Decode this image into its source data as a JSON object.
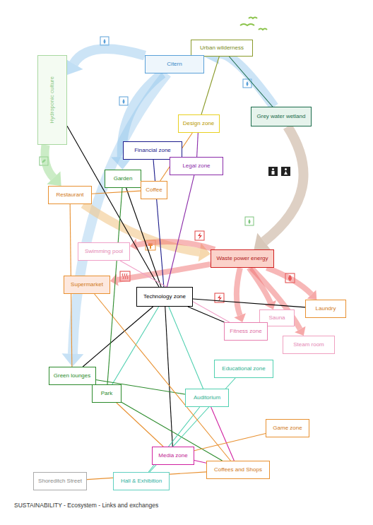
{
  "diagram": {
    "caption": "SUSTAINABILITY - Ecosystem - Links and exchanges",
    "nodes": [
      {
        "text": [
          "Urban wilderness"
        ]
      },
      {
        "text": [
          "Citern"
        ]
      },
      {
        "text": [
          "Hydroponic culture"
        ]
      },
      {
        "text": [
          "Grey water wetland"
        ]
      },
      {
        "text": [
          "Design zone"
        ]
      },
      {
        "text": [
          "Financial zone"
        ]
      },
      {
        "text": [
          "Legal zone"
        ]
      },
      {
        "text": [
          "Garden"
        ]
      },
      {
        "text": [
          "Coffee"
        ]
      },
      {
        "text": [
          "Restaurant"
        ]
      },
      {
        "text": [
          "Swimming pool"
        ]
      },
      {
        "text": [
          "Waste power energy"
        ]
      },
      {
        "text": [
          "Supermarket"
        ]
      },
      {
        "text": [
          "Technology zone"
        ]
      },
      {
        "text": [
          "Laundry"
        ]
      },
      {
        "text": [
          "Sauna"
        ]
      },
      {
        "text": [
          "Fitness zone"
        ]
      },
      {
        "text": [
          "Steam room"
        ]
      },
      {
        "text": [
          "Educational zone"
        ]
      },
      {
        "text": [
          "Green lounges"
        ]
      },
      {
        "text": [
          "Park"
        ]
      },
      {
        "text": [
          "Auditorium"
        ]
      },
      {
        "text": [
          "Game zone"
        ]
      },
      {
        "text": [
          "Media zone"
        ]
      },
      {
        "text": [
          "Coffees and Shops"
        ]
      },
      {
        "text": [
          "Shoreditch Street"
        ]
      },
      {
        "text": [
          "Hall & Exhibition"
        ]
      }
    ],
    "edges": [
      {
        "from": 1,
        "to": 2,
        "arrow": "to"
      },
      {
        "from": 1,
        "to": 7,
        "arrow": "to"
      },
      {
        "from": 1,
        "to": 19,
        "arrow": "to"
      },
      {
        "from": 3,
        "to": 1,
        "arrow": "to"
      },
      {
        "from": 3,
        "to": 11,
        "arrow": "to"
      },
      {
        "from": 2,
        "to": 9,
        "arrow": "to"
      },
      {
        "from": 9,
        "to": 11,
        "arrow": "to"
      },
      {
        "from": 11,
        "to": 10,
        "arrow": "to"
      },
      {
        "from": 11,
        "to": 12,
        "arrow": "to"
      },
      {
        "from": 11,
        "to": 14,
        "arrow": "to"
      },
      {
        "from": 11,
        "to": 15,
        "arrow": "to"
      },
      {
        "from": 11,
        "to": 16,
        "arrow": "to"
      },
      {
        "from": 11,
        "to": 17,
        "arrow": "to"
      },
      {
        "from": 0,
        "to": 4,
        "arrow": "none"
      },
      {
        "from": 0,
        "to": 3,
        "arrow": "none"
      },
      {
        "from": 2,
        "to": 13,
        "arrow": "none"
      },
      {
        "from": 5,
        "to": 13,
        "arrow": "none"
      },
      {
        "from": 6,
        "to": 13,
        "arrow": "none"
      },
      {
        "from": 4,
        "to": 6,
        "arrow": "none"
      },
      {
        "from": 4,
        "to": 8,
        "arrow": "none"
      },
      {
        "from": 7,
        "to": 13,
        "arrow": "none"
      },
      {
        "from": 9,
        "to": 8,
        "arrow": "none"
      },
      {
        "from": 9,
        "to": 19,
        "arrow": "none"
      },
      {
        "from": 13,
        "to": 14,
        "arrow": "none"
      },
      {
        "from": 13,
        "to": 16,
        "arrow": "none"
      },
      {
        "from": 13,
        "to": 19,
        "arrow": "none"
      },
      {
        "from": 13,
        "to": 23,
        "arrow": "none"
      },
      {
        "from": 13,
        "to": 21,
        "arrow": "none"
      },
      {
        "from": 13,
        "to": 20,
        "arrow": "none"
      },
      {
        "from": 10,
        "to": 16,
        "arrow": "none"
      },
      {
        "from": 19,
        "to": 21,
        "arrow": "none"
      },
      {
        "from": 20,
        "to": 24,
        "arrow": "none"
      },
      {
        "from": 20,
        "to": 23,
        "arrow": "none"
      },
      {
        "from": 18,
        "to": 26,
        "arrow": "none"
      },
      {
        "from": 21,
        "to": 24,
        "arrow": "none"
      },
      {
        "from": 22,
        "to": 23,
        "arrow": "none"
      },
      {
        "from": 23,
        "to": 24,
        "arrow": "none"
      },
      {
        "from": 25,
        "to": 24,
        "arrow": "none"
      },
      {
        "from": 26,
        "to": 21,
        "arrow": "none"
      },
      {
        "from": 12,
        "to": 24,
        "arrow": "none"
      },
      {
        "from": 7,
        "to": 20,
        "arrow": "none"
      }
    ]
  }
}
